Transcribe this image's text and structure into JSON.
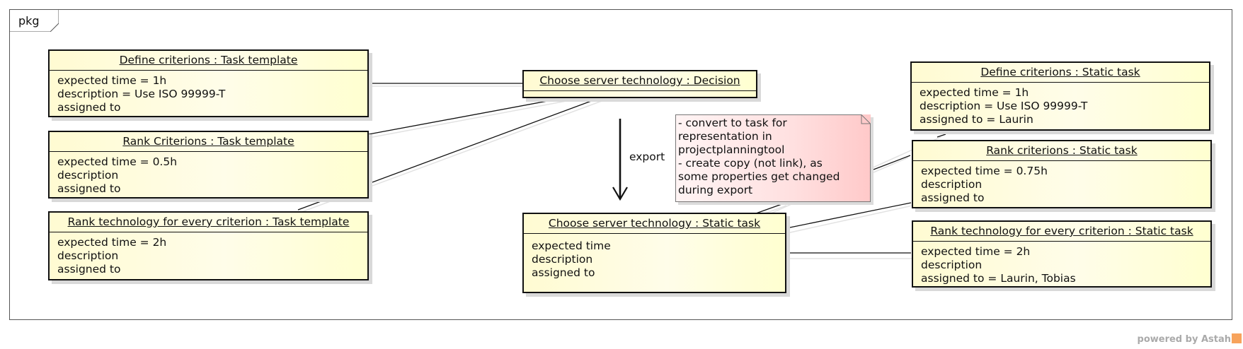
{
  "frame": {
    "label": "pkg"
  },
  "decision": {
    "title": "Choose server technology : Decision"
  },
  "templates": [
    {
      "title": "Define criterions : Task template",
      "attrs": [
        "expected time = 1h",
        "description = Use ISO 99999-T",
        "assigned to"
      ]
    },
    {
      "title": "Rank Criterions : Task template",
      "attrs": [
        "expected time = 0.5h",
        "description",
        "assigned to"
      ]
    },
    {
      "title": "Rank technology for every criterion : Task template",
      "attrs": [
        "expected time = 2h",
        "description",
        "assigned to"
      ]
    }
  ],
  "static_main": {
    "title": "Choose server technology : Static task",
    "attrs": [
      "expected time",
      "description",
      "assigned to"
    ]
  },
  "static_tasks": [
    {
      "title": "Define criterions : Static task",
      "attrs": [
        "expected time = 1h",
        "description = Use ISO 99999-T",
        "assigned to = Laurin"
      ]
    },
    {
      "title": "Rank criterions : Static task",
      "attrs": [
        "expected time = 0.75h",
        "description",
        "assigned to"
      ]
    },
    {
      "title": "Rank technology for every criterion : Static task",
      "attrs": [
        "expected time = 2h",
        "description",
        "assigned to = Laurin, Tobias"
      ]
    }
  ],
  "note": {
    "lines": [
      "- convert to task for",
      "representation in",
      "projectplanningtool",
      "- create copy (not link), as",
      "some properties get changed",
      "during export"
    ]
  },
  "export_label": "export",
  "footer": {
    "text": "powered by Astah"
  }
}
